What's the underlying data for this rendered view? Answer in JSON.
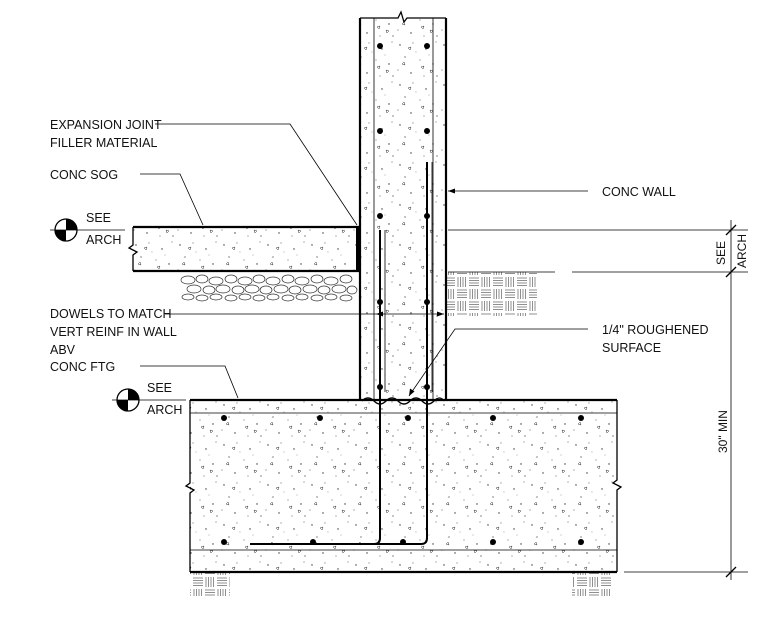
{
  "labels": {
    "expansion_joint_1": "EXPANSION JOINT",
    "expansion_joint_2": "FILLER MATERIAL",
    "conc_sog": "CONC SOG",
    "conc_wall": "CONC WALL",
    "dowels_1": "DOWELS TO MATCH",
    "dowels_2": "VERT REINF IN WALL",
    "dowels_3": "ABV",
    "conc_ftg": "CONC FTG",
    "roughened_1": "1/4\" ROUGHENED",
    "roughened_2": "SURFACE",
    "dim_30_min": "30\" MIN",
    "dim_see": "SEE",
    "dim_arch": "ARCH"
  },
  "elevation_markers": [
    {
      "see": "SEE",
      "arch": "ARCH"
    },
    {
      "see": "SEE",
      "arch": "ARCH"
    }
  ]
}
